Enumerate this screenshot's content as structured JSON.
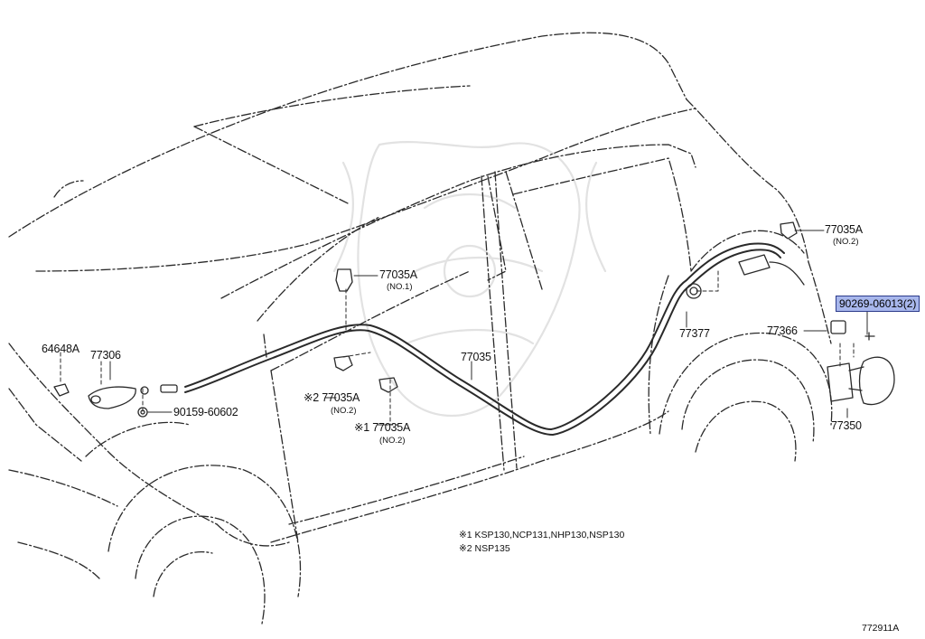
{
  "diagram_id": "772911A",
  "parts": {
    "p64648A": "64648A",
    "p77306": "77306",
    "p90159": "90159-60602",
    "p77035A_no1": "77035A",
    "p77035A_no1_sub": "(NO.1)",
    "p77035A_m2": "※2 77035A",
    "p77035A_m2_sub": "(NO.2)",
    "p77035A_m1": "※1 77035A",
    "p77035A_m1_sub": "(NO.2)",
    "p77035": "77035",
    "p77035A_top": "77035A",
    "p77035A_top_sub": "(NO.2)",
    "p90269": "90269-06013(2)",
    "p77377": "77377",
    "p77366": "77366",
    "p77350": "77350"
  },
  "notes": {
    "n1": "※1 KSP130,NCP131,NHP130,NSP130",
    "n2": "※2 NSP135"
  },
  "colors": {
    "line": "#2a2a2a",
    "highlight": "#a8b7ec",
    "watermark": "#e4e4e4"
  }
}
